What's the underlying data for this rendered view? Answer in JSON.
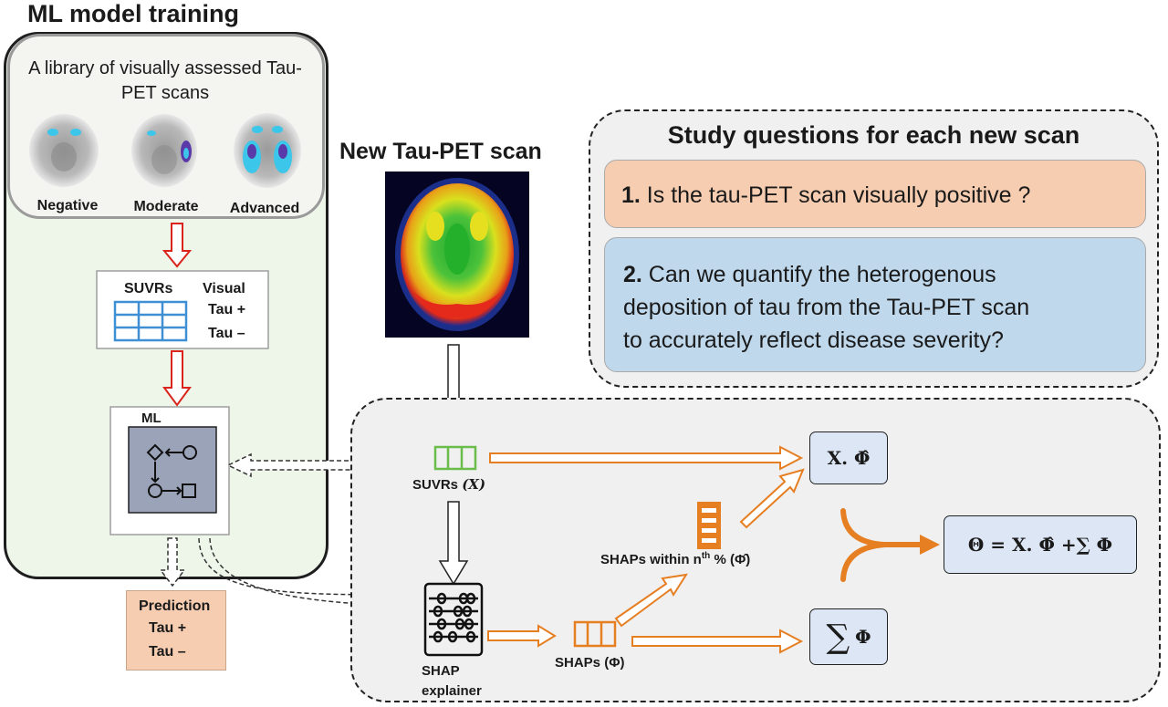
{
  "training": {
    "title": "ML model training",
    "library_text": "A library of visually assessed Tau-PET scans",
    "scans": [
      "Negative",
      "Moderate",
      "Advanced"
    ],
    "table": {
      "col1": "SUVRs",
      "col2": "Visual",
      "row1": "Tau +",
      "row2": "Tau –"
    },
    "ml_label": "ML",
    "prediction": {
      "label": "Prediction",
      "pos": "Tau +",
      "neg": "Tau –"
    }
  },
  "new_scan": {
    "title": "New Tau-PET scan"
  },
  "study": {
    "title": "Study questions for each new scan",
    "q1_num": "1.",
    "q1_text": " Is the tau-PET scan visually positive ?",
    "q2_num": "2.",
    "q2_line1": " Can we quantify the heterogenous",
    "q2_line2": "deposition of tau from the Tau-PET scan",
    "q2_line3": "to accurately reflect disease severity?"
  },
  "shap": {
    "suvrs_label": "SUVRs",
    "suvrs_symbol": "(X)",
    "explainer_label1": "SHAP",
    "explainer_label2": "explainer",
    "shaps_label": "SHAPs",
    "shaps_symbol": "(Φ)",
    "within_label": "SHAPs within n",
    "within_sup": "th",
    "within_suffix": " % (Φ̂)",
    "formula_top": "X. Φ̂",
    "formula_sum": "Φ",
    "sum_symbol": "∑",
    "formula_theta": "Θ = X. Φ̂ +∑ Φ"
  },
  "colors": {
    "panel_green": "#eef6ea",
    "red_arrow": "#d9231b",
    "orange": "#e67e22",
    "blue_grid": "#3f8fd4",
    "green_grid": "#6bbd4b",
    "q1_bg": "#f6cdb0",
    "q2_bg": "#bfd8ec",
    "formula_bg": "#dde6f4",
    "ml_box": "#9aa3b8"
  }
}
